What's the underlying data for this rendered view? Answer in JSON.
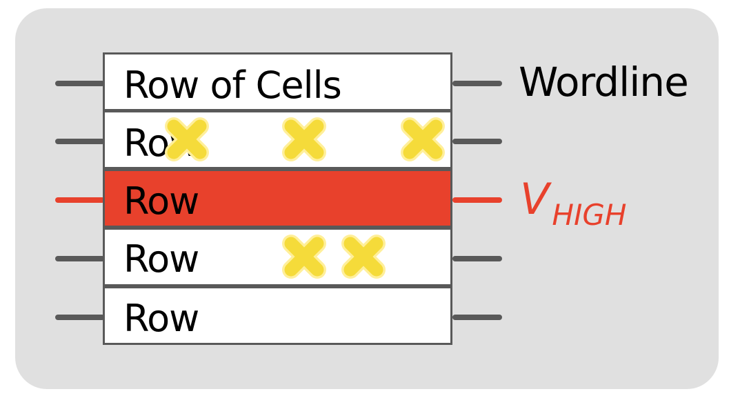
{
  "colors": {
    "panel": "#e0e0e0",
    "wire_normal": "#595959",
    "wire_active": "#e8412c",
    "row_fill": "#ffffff",
    "row_active_fill": "#e8412c",
    "row_border": "#595959",
    "mark_fill": "#f5db3a",
    "mark_stroke": "#ffef9a",
    "label_text": "#000000",
    "active_label_text": "#e8412c"
  },
  "rows": [
    {
      "label": "Row of Cells",
      "state": "normal",
      "marks": 0
    },
    {
      "label": "Row",
      "state": "normal",
      "marks": 3
    },
    {
      "label": "Row",
      "state": "active",
      "marks": 0
    },
    {
      "label": "Row",
      "state": "normal",
      "marks": 2
    },
    {
      "label": "Row",
      "state": "normal",
      "marks": 0
    }
  ],
  "mark_icon": "cross-mark-icon",
  "labels": {
    "wordline": "Wordline",
    "vhigh_main": "V",
    "vhigh_sub": "HIGH"
  }
}
